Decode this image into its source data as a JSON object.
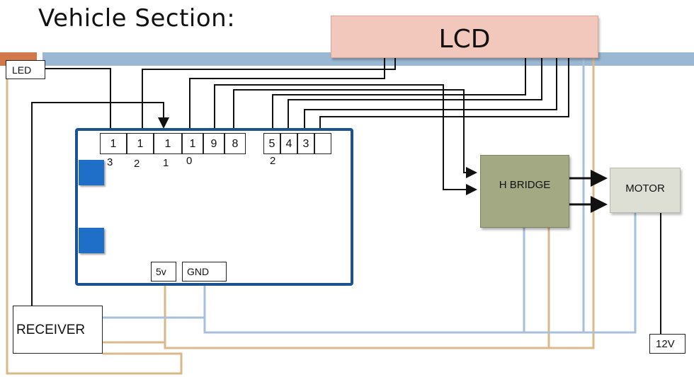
{
  "title": "Vehicle Section:",
  "colors": {
    "lcd_fill": "#f2c8bd",
    "mcu_border": "#1c5291",
    "hbridge_fill": "#a2a983",
    "motor_fill": "#dddfd4",
    "blue_wire": "#a7c0d8",
    "tan_wire": "#d8b98a",
    "header_bar": "#9ab8d4",
    "orange_tab": "#d2794b"
  },
  "lcd": {
    "label": "LCD"
  },
  "led": {
    "label": "LED"
  },
  "mcu": {
    "pins": [
      {
        "top": "1",
        "bottom": "3"
      },
      {
        "top": "1",
        "bottom": "2"
      },
      {
        "top": "1",
        "bottom": "1"
      },
      {
        "top": "1",
        "bottom": "0"
      },
      {
        "top": "9",
        "bottom": ""
      },
      {
        "top": "8",
        "bottom": ""
      },
      {
        "top": "5",
        "bottom": "2"
      },
      {
        "top": "4",
        "bottom": ""
      },
      {
        "top": "3",
        "bottom": ""
      },
      {
        "top": "",
        "bottom": ""
      }
    ],
    "power": {
      "v5": "5v",
      "gnd": "GND"
    }
  },
  "receiver": {
    "label": "RECEIVER"
  },
  "hbridge": {
    "label": "H BRIDGE"
  },
  "motor": {
    "label": "MOTOR"
  },
  "supply": {
    "label": "12V"
  }
}
